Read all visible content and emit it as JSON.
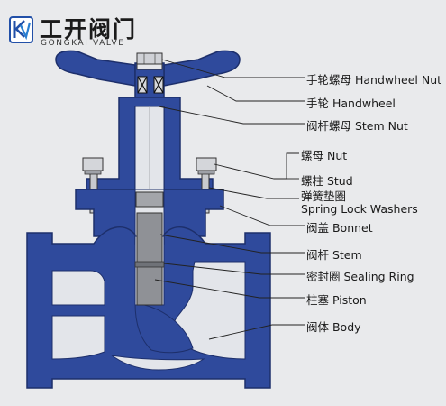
{
  "brand": {
    "name_cn": "工开阀门",
    "name_en": "GONGKAI VALVE",
    "logo_icon": "kv-logo-icon",
    "color": "#2250a8"
  },
  "diagram": {
    "body_color": "#2f4a9c",
    "stem_color": "#8f9196",
    "labels": [
      {
        "id": "handwheel-nut",
        "text": "手轮螺母 Handwheel Nut"
      },
      {
        "id": "handwheel",
        "text": "手轮 Handwheel"
      },
      {
        "id": "stem-nut",
        "text": "阀杆螺母 Stem Nut"
      },
      {
        "id": "nut",
        "text": "螺母 Nut"
      },
      {
        "id": "stud",
        "text": "螺柱 Stud"
      },
      {
        "id": "spring-lock-washers-cn",
        "text": "弹簧垫圈"
      },
      {
        "id": "spring-lock-washers-en",
        "text": "Spring Lock Washers"
      },
      {
        "id": "bonnet",
        "text": "阀盖 Bonnet"
      },
      {
        "id": "stem",
        "text": "阀杆 Stem"
      },
      {
        "id": "sealing-ring",
        "text": "密封圈 Sealing Ring"
      },
      {
        "id": "piston",
        "text": "柱塞 Piston"
      },
      {
        "id": "body",
        "text": "阀体 Body"
      }
    ]
  }
}
